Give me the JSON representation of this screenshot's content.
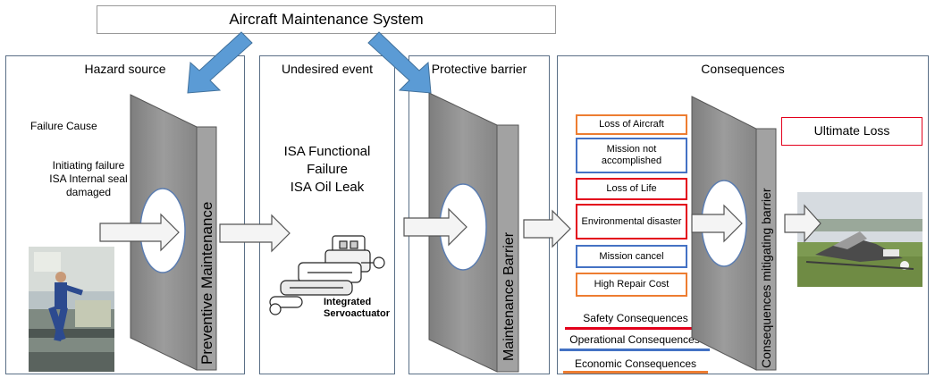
{
  "header": {
    "title": "Aircraft Maintenance System"
  },
  "panels": {
    "hazard": {
      "title": "Hazard source"
    },
    "undesired": {
      "title": "Undesired event"
    },
    "protective": {
      "title": "Protective barrier"
    },
    "consequences": {
      "title": "Consequences"
    }
  },
  "hazard": {
    "failure_cause": "Failure Cause",
    "initiating_1": "Initiating failure",
    "initiating_2": "ISA Internal seal",
    "initiating_3": "damaged"
  },
  "event": {
    "line1": "ISA Functional",
    "line2": "Failure",
    "line3": "ISA Oil Leak",
    "actuator_label_1": "Integrated",
    "actuator_label_2": "Servoactuator"
  },
  "barriers": {
    "preventive": "Preventive Maintenance",
    "maintenance": "Maintenance Barrier",
    "mitigating": "Consequences mitigating  barrier"
  },
  "consequence_items": [
    {
      "label": "Loss of Aircraft",
      "color": "#ed7d31"
    },
    {
      "label": "Mission not accomplished",
      "color": "#4472c4"
    },
    {
      "label": "Loss of Life",
      "color": "#e3001b"
    },
    {
      "label": "Environmental disaster",
      "color": "#e3001b"
    },
    {
      "label": "Mission cancel",
      "color": "#4472c4"
    },
    {
      "label": "High Repair Cost",
      "color": "#ed7d31"
    }
  ],
  "ultimate_loss": "Ultimate Loss",
  "legend": {
    "safety": "Safety Consequences",
    "operational": "Operational Consequences",
    "economic": "Economic Consequences"
  },
  "colors": {
    "safety": "#e3001b",
    "operational": "#4472c4",
    "economic": "#ed7d31",
    "panel_border": "#5a6f86",
    "pointer_arrow": "#5b9bd5",
    "barrier": "#8c8c8c"
  }
}
